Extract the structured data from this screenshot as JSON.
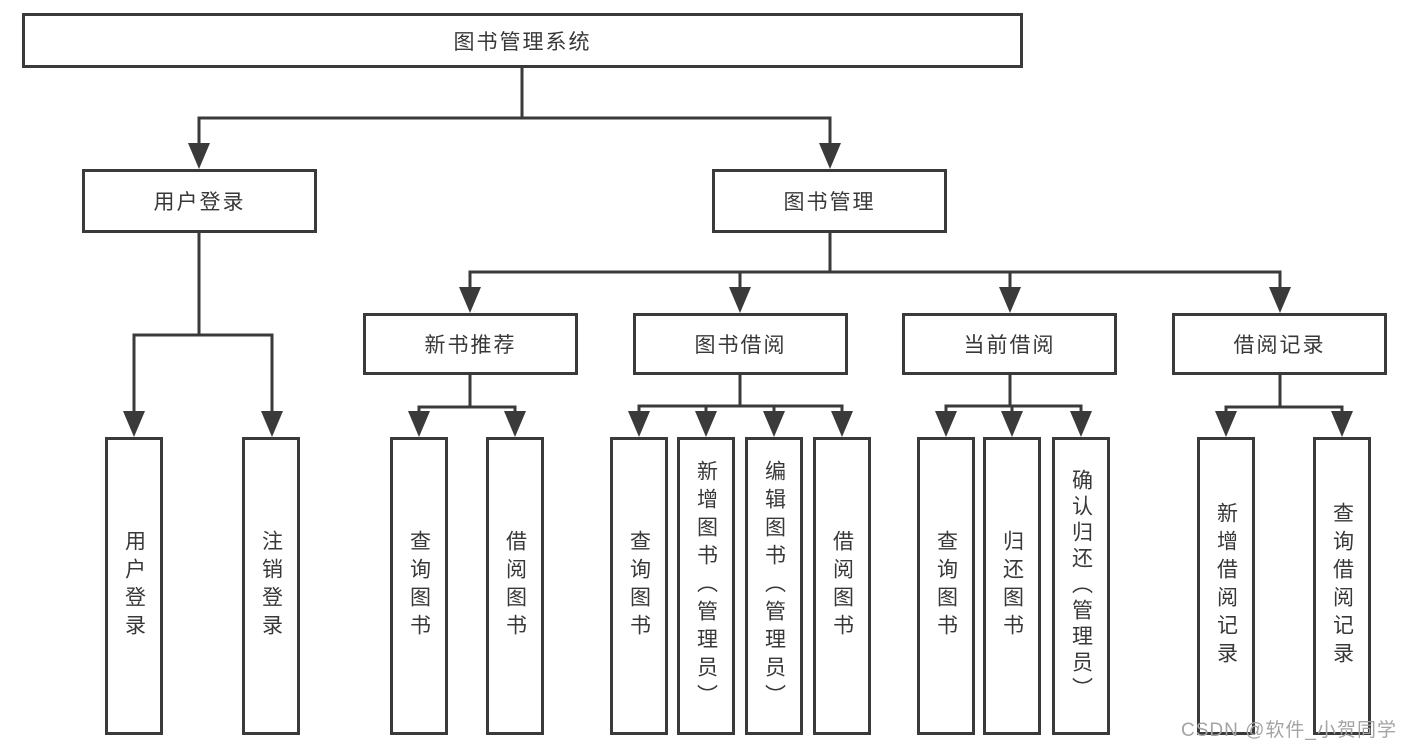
{
  "diagram": {
    "nodes": {
      "root": "图书管理系统",
      "user_login_group": "用户登录",
      "book_mgmt": "图书管理",
      "new_book_rec": "新书推荐",
      "book_borrow": "图书借阅",
      "current_borrow": "当前借阅",
      "borrow_records": "借阅记录",
      "leaf_user_login": "用户登录",
      "leaf_logout": "注销登录",
      "leaf_query_book_1": "查询图书",
      "leaf_borrow_book_1": "借阅图书",
      "leaf_query_book_2": "查询图书",
      "leaf_add_book": "新增图书（管理员）",
      "leaf_edit_book": "编辑图书（管理员）",
      "leaf_borrow_book_2": "借阅图书",
      "leaf_query_book_3": "查询图书",
      "leaf_return_book": "归还图书",
      "leaf_confirm_return": "确认归还（管理员）",
      "leaf_add_record": "新增借阅记录",
      "leaf_query_record": "查询借阅记录"
    },
    "colors": {
      "line": "#3a3a3a",
      "node_border": "#3a3a3a",
      "node_text": "#383838",
      "background": "#ffffff",
      "watermark_text": "#a4a4a4"
    }
  },
  "watermark": {
    "text": "CSDN @软件_小贺同学"
  }
}
